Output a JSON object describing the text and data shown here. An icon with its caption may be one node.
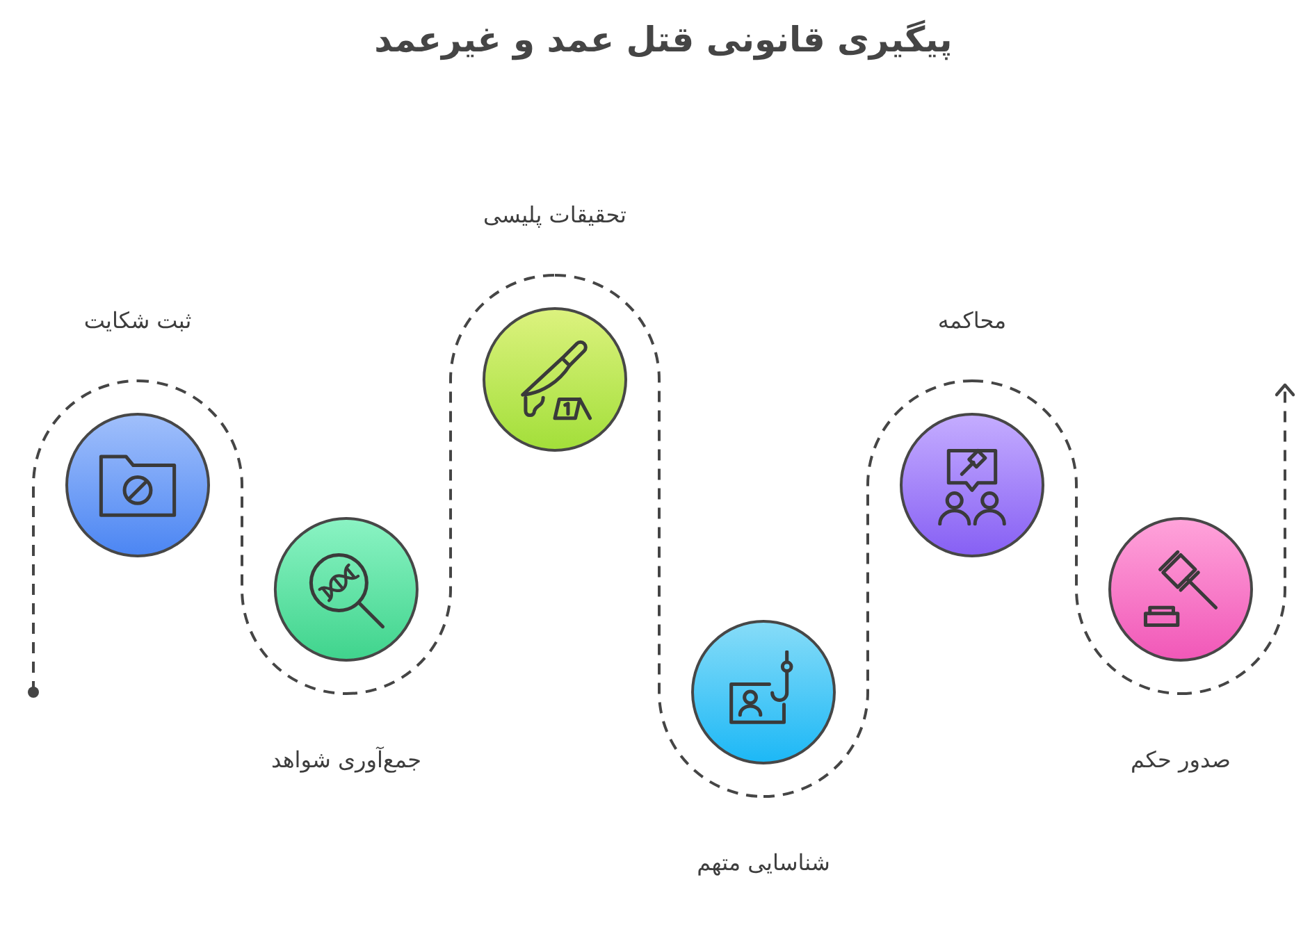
{
  "diagram": {
    "title": "پیگیری قانونی قتل عمد و غیرعمد",
    "nodes": [
      {
        "text": [
          "ثبت شکایت"
        ]
      },
      {
        "text": [
          "جمع‌آوری شواهد"
        ]
      },
      {
        "text": [
          "تحقیقات پلیسی"
        ]
      },
      {
        "text": [
          "شناسایی متهم"
        ]
      },
      {
        "text": [
          "محاکمه"
        ]
      },
      {
        "text": [
          "صدور حکم"
        ]
      }
    ],
    "edges": [
      {
        "from": null,
        "to": 0,
        "arrow": "other",
        "style": "dashed"
      },
      {
        "from": 0,
        "to": 1,
        "arrow": "none",
        "style": "dashed"
      },
      {
        "from": 1,
        "to": 2,
        "arrow": "none",
        "style": "dashed"
      },
      {
        "from": 2,
        "to": 3,
        "arrow": "none",
        "style": "dashed"
      },
      {
        "from": 3,
        "to": 4,
        "arrow": "none",
        "style": "dashed"
      },
      {
        "from": 4,
        "to": 5,
        "arrow": "none",
        "style": "dashed"
      },
      {
        "from": 5,
        "to": null,
        "arrow": "to",
        "style": "dashed"
      }
    ]
  }
}
